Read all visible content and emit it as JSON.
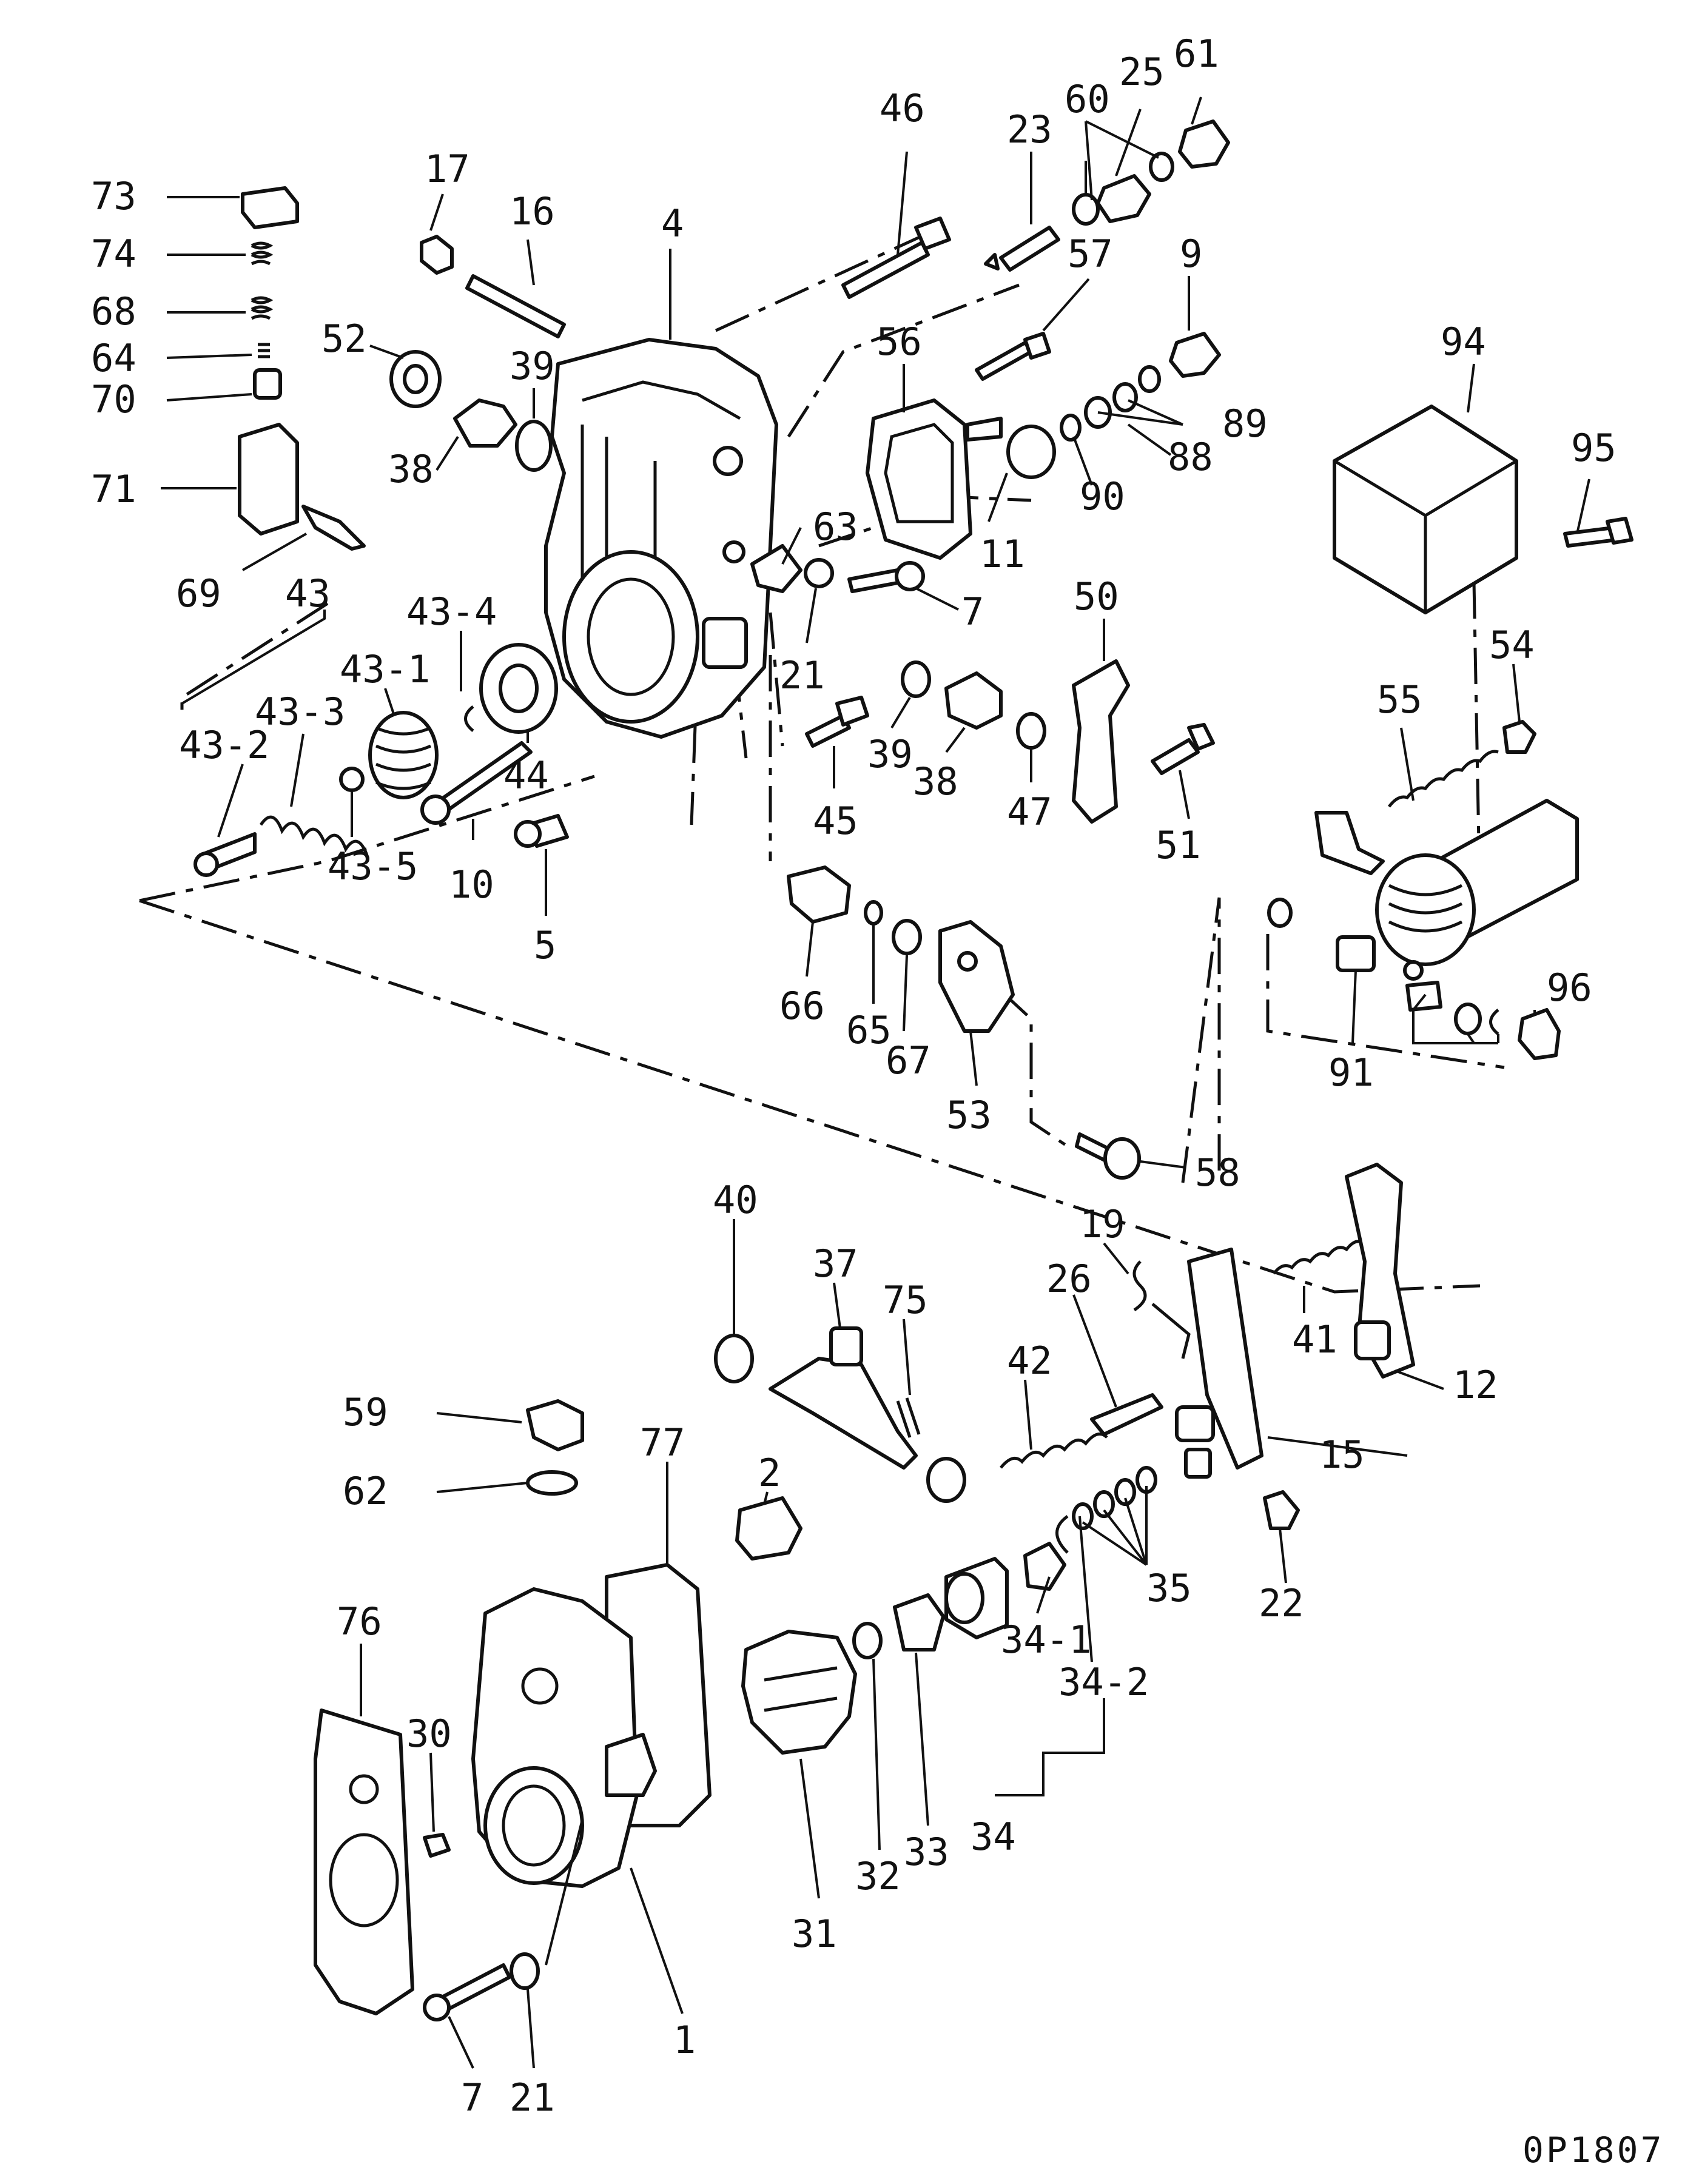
{
  "diagram": {
    "code": "0P1807",
    "labels": [
      {
        "id": "p73",
        "text": "73"
      },
      {
        "id": "p74",
        "text": "74"
      },
      {
        "id": "p68",
        "text": "68"
      },
      {
        "id": "p64",
        "text": "64"
      },
      {
        "id": "p70",
        "text": "70"
      },
      {
        "id": "p71",
        "text": "71"
      },
      {
        "id": "p69",
        "text": "69"
      },
      {
        "id": "p43",
        "text": "43"
      },
      {
        "id": "p43_4",
        "text": "43-4"
      },
      {
        "id": "p43_1",
        "text": "43-1"
      },
      {
        "id": "p43_3",
        "text": "43-3"
      },
      {
        "id": "p43_2",
        "text": "43-2"
      },
      {
        "id": "p43_5",
        "text": "43-5"
      },
      {
        "id": "p17",
        "text": "17"
      },
      {
        "id": "p16",
        "text": "16"
      },
      {
        "id": "p4",
        "text": "4"
      },
      {
        "id": "p52",
        "text": "52"
      },
      {
        "id": "p39a",
        "text": "39"
      },
      {
        "id": "p38a",
        "text": "38"
      },
      {
        "id": "p44",
        "text": "44"
      },
      {
        "id": "p10",
        "text": "10"
      },
      {
        "id": "p5",
        "text": "5"
      },
      {
        "id": "p46",
        "text": "46"
      },
      {
        "id": "p23",
        "text": "23"
      },
      {
        "id": "p60",
        "text": "60"
      },
      {
        "id": "p25",
        "text": "25"
      },
      {
        "id": "p61",
        "text": "61"
      },
      {
        "id": "p57",
        "text": "57"
      },
      {
        "id": "p9",
        "text": "9"
      },
      {
        "id": "p56",
        "text": "56"
      },
      {
        "id": "p89",
        "text": "89"
      },
      {
        "id": "p88",
        "text": "88"
      },
      {
        "id": "p90",
        "text": "90"
      },
      {
        "id": "p11",
        "text": "11"
      },
      {
        "id": "p63",
        "text": "63"
      },
      {
        "id": "p7a",
        "text": "7"
      },
      {
        "id": "p21a",
        "text": "21"
      },
      {
        "id": "p39b",
        "text": "39"
      },
      {
        "id": "p38b",
        "text": "38"
      },
      {
        "id": "p47",
        "text": "47"
      },
      {
        "id": "p45",
        "text": "45"
      },
      {
        "id": "p50",
        "text": "50"
      },
      {
        "id": "p51",
        "text": "51"
      },
      {
        "id": "p94",
        "text": "94"
      },
      {
        "id": "p95",
        "text": "95"
      },
      {
        "id": "p54",
        "text": "54"
      },
      {
        "id": "p55",
        "text": "55"
      },
      {
        "id": "p66",
        "text": "66"
      },
      {
        "id": "p65",
        "text": "65"
      },
      {
        "id": "p67",
        "text": "67"
      },
      {
        "id": "p53",
        "text": "53"
      },
      {
        "id": "p58",
        "text": "58"
      },
      {
        "id": "p91",
        "text": "91"
      },
      {
        "id": "p96",
        "text": "96"
      },
      {
        "id": "p40",
        "text": "40"
      },
      {
        "id": "p37",
        "text": "37"
      },
      {
        "id": "p75",
        "text": "75"
      },
      {
        "id": "p19",
        "text": "19"
      },
      {
        "id": "p26",
        "text": "26"
      },
      {
        "id": "p42",
        "text": "42"
      },
      {
        "id": "p41",
        "text": "41"
      },
      {
        "id": "p12",
        "text": "12"
      },
      {
        "id": "p15",
        "text": "15"
      },
      {
        "id": "p59",
        "text": "59"
      },
      {
        "id": "p62",
        "text": "62"
      },
      {
        "id": "p77",
        "text": "77"
      },
      {
        "id": "p2",
        "text": "2"
      },
      {
        "id": "p76",
        "text": "76"
      },
      {
        "id": "p30",
        "text": "30"
      },
      {
        "id": "p22",
        "text": "22"
      },
      {
        "id": "p35",
        "text": "35"
      },
      {
        "id": "p34_1",
        "text": "34-1"
      },
      {
        "id": "p34_2",
        "text": "34-2"
      },
      {
        "id": "p34",
        "text": "34"
      },
      {
        "id": "p31",
        "text": "31"
      },
      {
        "id": "p32",
        "text": "32"
      },
      {
        "id": "p33",
        "text": "33"
      },
      {
        "id": "p1",
        "text": "1"
      },
      {
        "id": "p7b",
        "text": "7"
      },
      {
        "id": "p21b",
        "text": "21"
      }
    ]
  }
}
